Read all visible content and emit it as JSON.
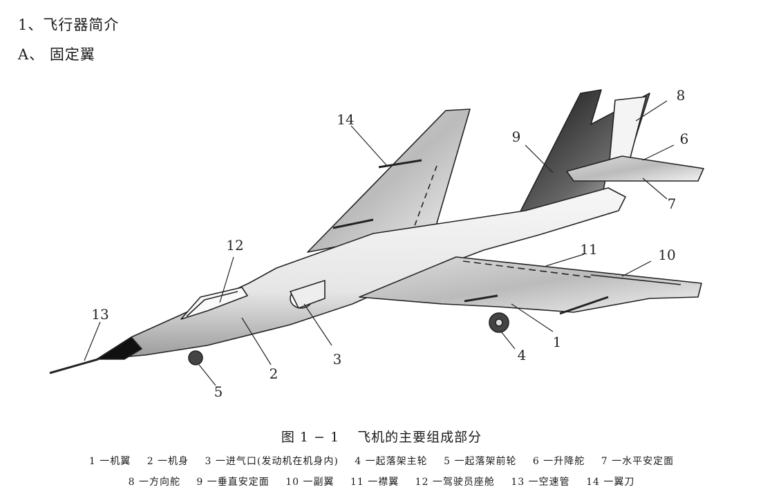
{
  "headings": {
    "section": "1、飞行器简介",
    "subsection": "A、 固定翼"
  },
  "figure": {
    "number": "图 1 − 1",
    "title": "飞机的主要组成部分",
    "callouts": [
      "1",
      "2",
      "3",
      "4",
      "5",
      "6",
      "7",
      "8",
      "9",
      "10",
      "11",
      "12",
      "13",
      "14"
    ],
    "legend_line1": [
      "1 一机翼",
      "2 一机身",
      "3 一进气口(发动机在机身内)",
      "4 一起落架主轮",
      "5 一起落架前轮",
      "6 一升降舵",
      "7 一水平安定面"
    ],
    "legend_line2": [
      "8 一方向舵",
      "9 一垂直安定面",
      "10 一副翼",
      "11 一襟翼",
      "12 一驾驶员座舱",
      "13 一空速管",
      "14 一翼刀"
    ]
  }
}
